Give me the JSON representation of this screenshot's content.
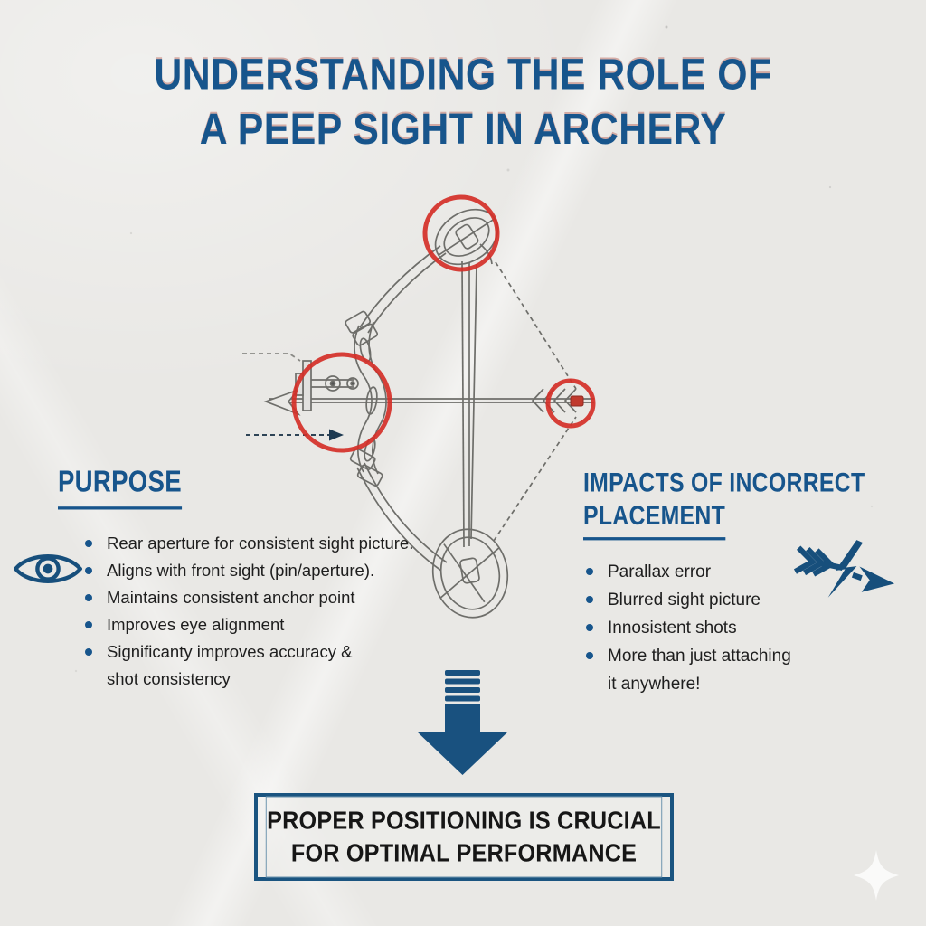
{
  "page": {
    "title_line1": "UNDERSTANDING THE ROLE OF",
    "title_line2": "A PEEP SIGHT IN ARCHERY"
  },
  "purpose": {
    "heading": "PURPOSE",
    "items": [
      "Rear aperture for consistent sight picture.",
      "Aligns with front sight (pin/aperture).",
      "Maintains consistent anchor point",
      "Improves eye alignment",
      "Significanty improves accuracy &\nshot consistency"
    ]
  },
  "impacts": {
    "heading_line1": "IMPACTS OF INCORRECT",
    "heading_line2": "PLACEMENT",
    "items": [
      "Parallax error",
      "Blurred sight picture",
      "Innosistent shots",
      "More than just attaching\nit anywhere!"
    ]
  },
  "footer": {
    "line1": "PROPER POSITIONING IS CRUCIAL",
    "line2": "FOR OPTIMAL PERFORMANCE"
  },
  "icons": {
    "eye": "eye-icon",
    "impact": "broken-arrow-lightning-icon",
    "flow": "down-arrow-icon",
    "sparkle": "sparkle-icon"
  },
  "diagram": {
    "description": "Line drawing of a compound bow with nocked arrow; red circles highlight the top cam, the riser front-sight area, and the arrow nock point."
  },
  "colors": {
    "accent_blue": "#17558C",
    "deep_blue": "#174F7E",
    "highlight_red": "#D42F28",
    "nock_red": "#C03A2E",
    "text_dark": "#1E1E1E",
    "background": "#E9E8E5"
  }
}
